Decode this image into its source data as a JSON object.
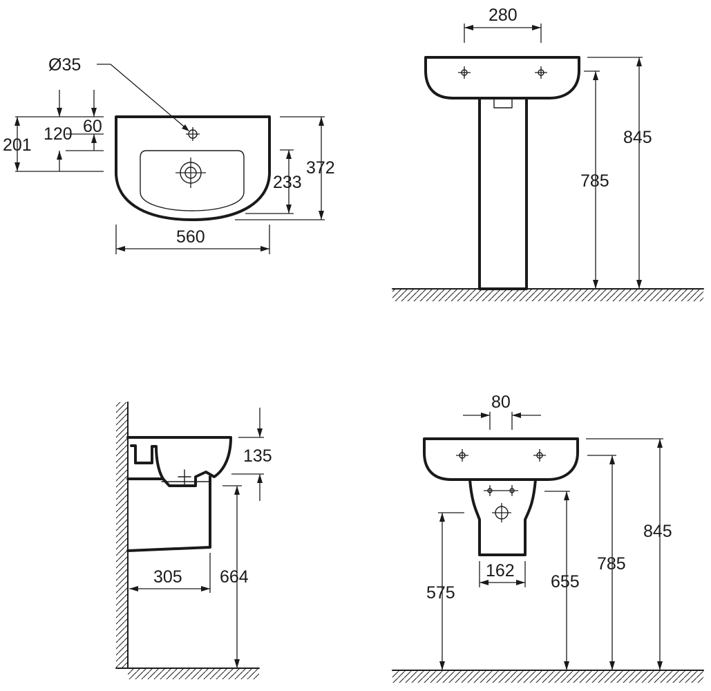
{
  "labels": {
    "hole_diameter": "Ø35",
    "top_offset_120": "120",
    "top_offset_60": "60",
    "top_offset_201": "201",
    "inner_depth_233": "233",
    "depth_372": "372",
    "width_560": "560",
    "tap_spacing_280": "280",
    "pedestal_height_845": "845",
    "pedestal_height_785": "785",
    "side_depth_135": "135",
    "side_projection_305": "305",
    "side_height_664": "664",
    "semi_tap_spacing_80": "80",
    "semi_height_845": "845",
    "semi_height_785": "785",
    "semi_height_655": "655",
    "semi_height_575": "575",
    "semi_width_162": "162"
  },
  "colors": {
    "line": "#1a1a1a",
    "background": "#ffffff"
  }
}
